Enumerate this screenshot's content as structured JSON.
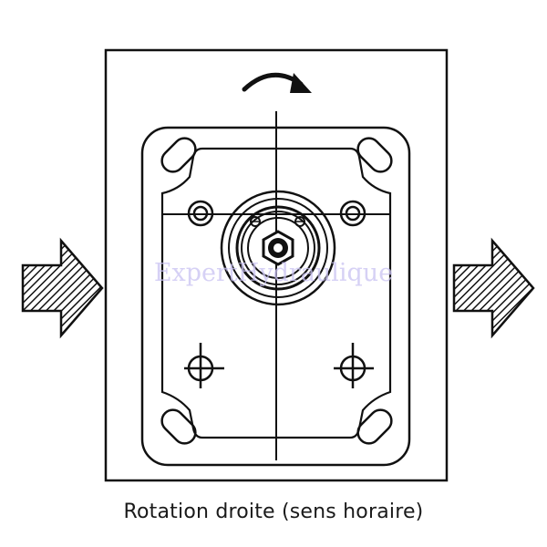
{
  "caption": "Rotation droite (sens horaire)",
  "watermark": "ExpertHydraulique",
  "rotation_direction": "clockwise",
  "flow_arrows": {
    "inlet_side": "left",
    "outlet_side": "right",
    "fill": "diagonal-hatch"
  },
  "colors": {
    "line": "#111111",
    "background": "#ffffff",
    "watermark": "#c9c2f2"
  }
}
